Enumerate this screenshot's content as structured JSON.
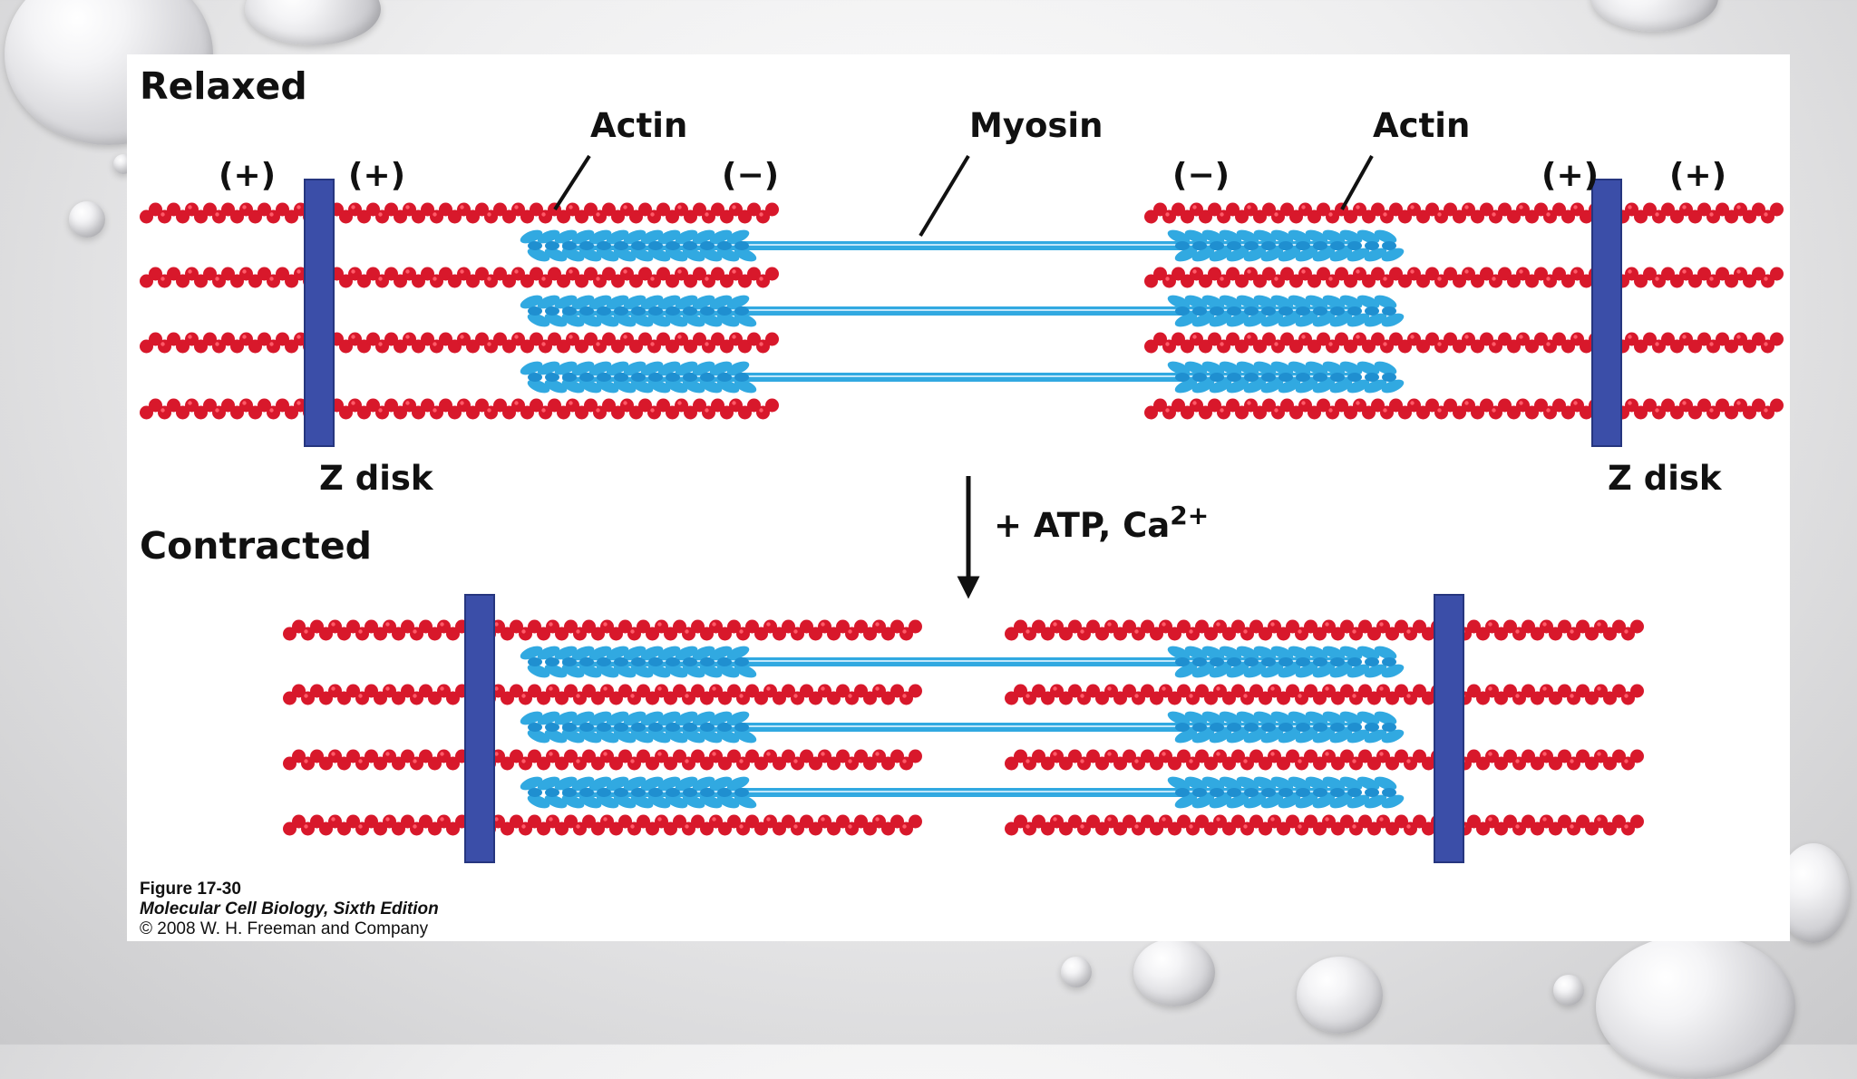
{
  "labels": {
    "relaxed": "Relaxed",
    "contracted": "Contracted",
    "actin": "Actin",
    "myosin": "Myosin",
    "plus": "(+)",
    "minus": "(−)",
    "z_disk": "Z disk",
    "stimulus": "+ ATP, Ca",
    "stimulus_sup": "2+"
  },
  "caption": {
    "figure": "Figure 17-30",
    "book": "Molecular Cell Biology, Sixth Edition",
    "copyright": "© 2008 W. H. Freeman and Company"
  },
  "colors": {
    "actin": "#d8182b",
    "actin_highlight": "#ff5a68",
    "myosin": "#31a9e1",
    "myosin_head": "#1f8fd0",
    "z_disk": "#3b4ea8"
  }
}
